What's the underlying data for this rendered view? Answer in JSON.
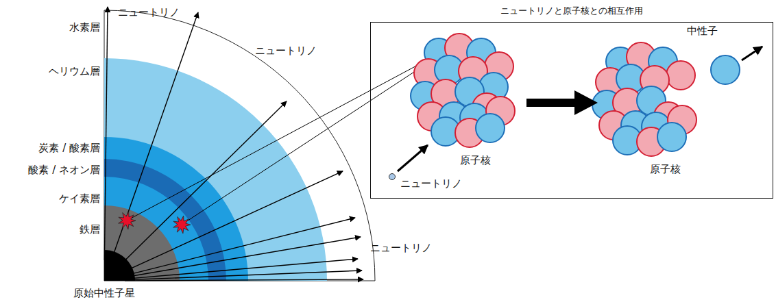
{
  "diagram": {
    "nodes": [
      {
        "text": [
          "ニュートリノと原子核との相互作用"
        ]
      }
    ],
    "labels": [
      "水素層",
      "ヘリウム層",
      "炭素 / 酸素層",
      "酸素 / ネオン層",
      "ケイ素層",
      "鉄層",
      "原始中性子星",
      "ニュートリノ",
      "ニュートリノ",
      "ニュートリノ",
      "原子核",
      "ニュートリノ",
      "中性子",
      "原子核"
    ]
  }
}
